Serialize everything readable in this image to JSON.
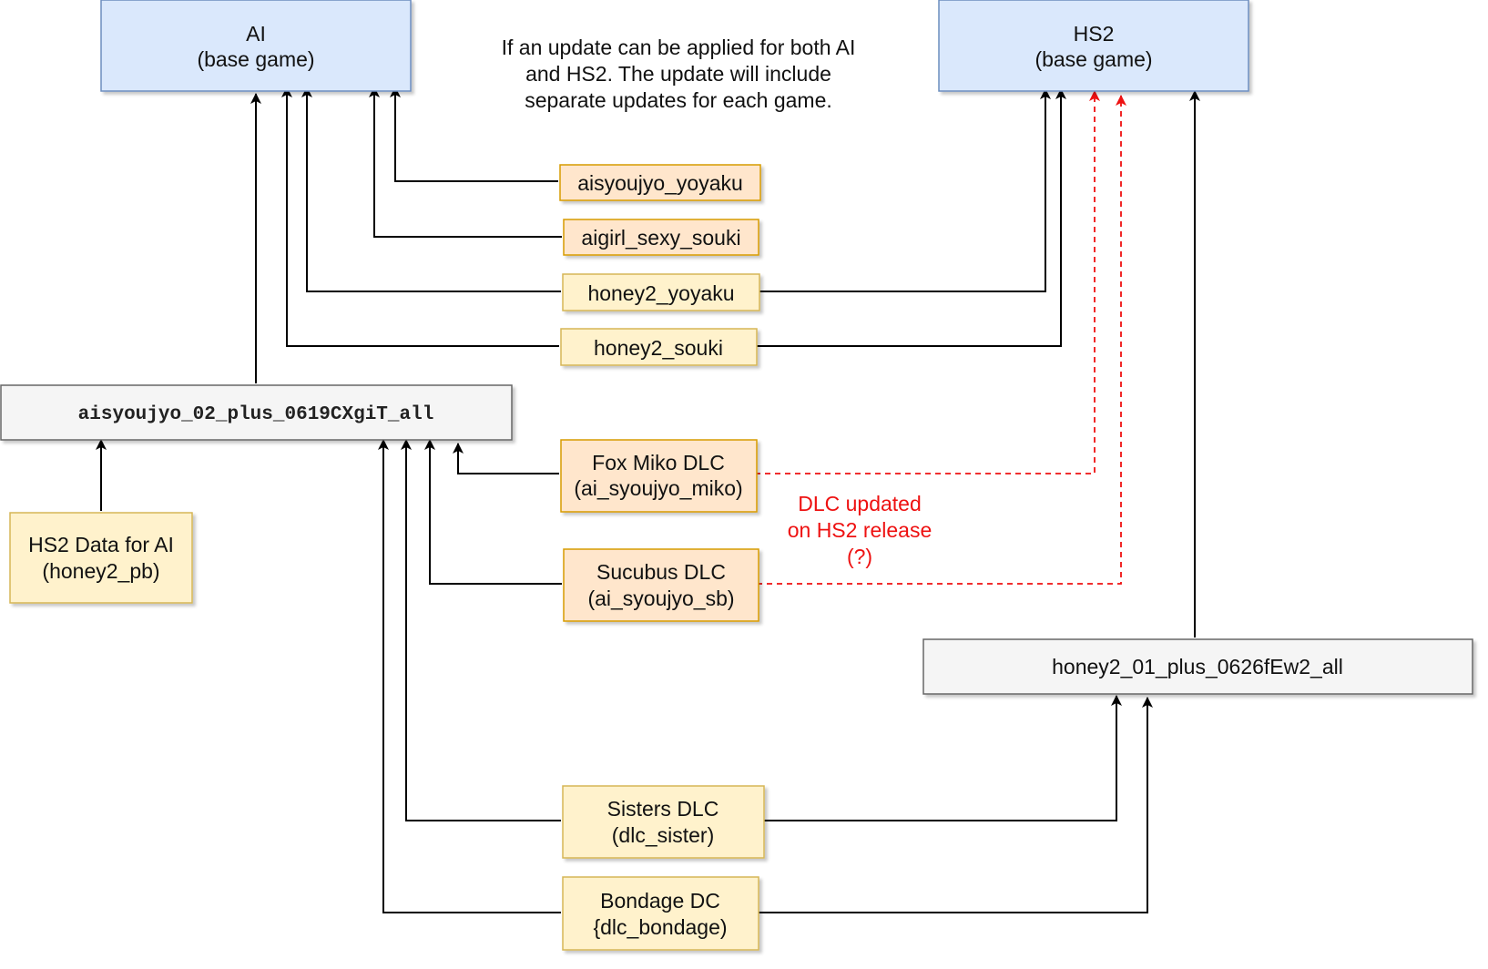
{
  "colors": {
    "blue_fill": "#dae8fc",
    "blue_stroke": "#6c8ebf",
    "orange_fill": "#ffe6cc",
    "orange_stroke": "#d79b00",
    "yellow_fill": "#fff2cc",
    "yellow_stroke": "#d6b656",
    "gray_fill": "#f5f5f5",
    "gray_stroke": "#666666",
    "red": "#ee1111"
  },
  "nodes": {
    "ai_base": [
      "AI",
      "(base game)"
    ],
    "hs2_base": [
      "HS2",
      "(base  game)"
    ],
    "note": [
      "If an update can be applied for both AI",
      "and HS2. The update will include",
      "separate updates for each game."
    ],
    "aisyoujyo_yoyaku": [
      "aisyoujyo_yoyaku"
    ],
    "aigirl_sexy_souki": [
      "aigirl_sexy_souki"
    ],
    "honey2_yoyaku": [
      "honey2_yoyaku"
    ],
    "honey2_souki": [
      "honey2_souki"
    ],
    "ai_update": [
      "aisyoujyo_02_plus_0619CXgiT_all"
    ],
    "fox_miko": [
      "Fox Miko DLC",
      "(ai_syoujyo_miko)"
    ],
    "sucubus": [
      "Sucubus DLC",
      "(ai_syoujyo_sb)"
    ],
    "hs2_data": [
      "HS2 Data for AI",
      "(honey2_pb)"
    ],
    "hs2_update": [
      "honey2_01_plus_0626fEw2_all"
    ],
    "sisters": [
      "Sisters DLC",
      "(dlc_sister)"
    ],
    "bondage": [
      "Bondage DC",
      "{dlc_bondage)"
    ],
    "dlc_note": [
      "DLC updated",
      "on HS2 release",
      "(?)"
    ]
  }
}
